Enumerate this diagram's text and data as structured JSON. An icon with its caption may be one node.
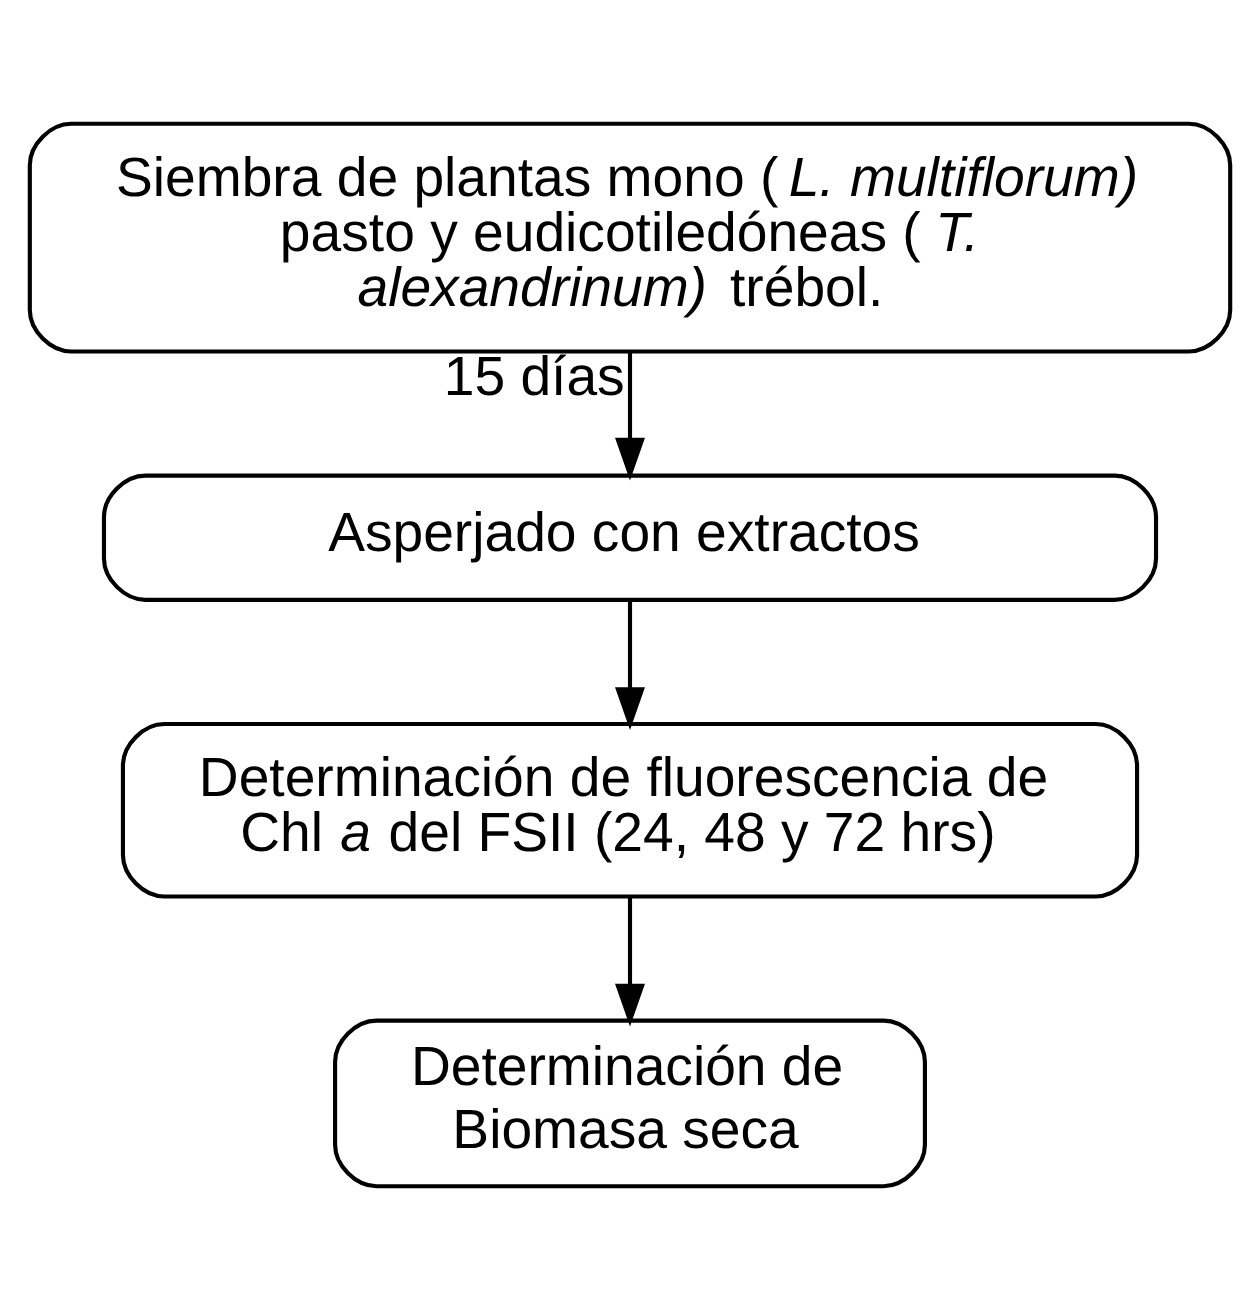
{
  "diagram": {
    "nodes": [
      {
        "text": [
          "Siembra de plantas mono (*L. multiflorum)* pasto y eudicotiledóneas (*T. alexandrinum)* trébol."
        ]
      },
      {
        "text": [
          "Asperjado con extractos"
        ]
      },
      {
        "text": [
          "Determinación de fluorescencia de Chl *a* del FSII (24, 48 y 72 hrs)"
        ]
      },
      {
        "text": [
          "Determinación de Biomasa seca"
        ]
      }
    ],
    "edges": [
      {
        "from": 0,
        "to": 1,
        "arrow": "to",
        "label": "15 días"
      },
      {
        "from": 1,
        "to": 2,
        "arrow": "to"
      },
      {
        "from": 2,
        "to": 3,
        "arrow": "to"
      }
    ]
  }
}
